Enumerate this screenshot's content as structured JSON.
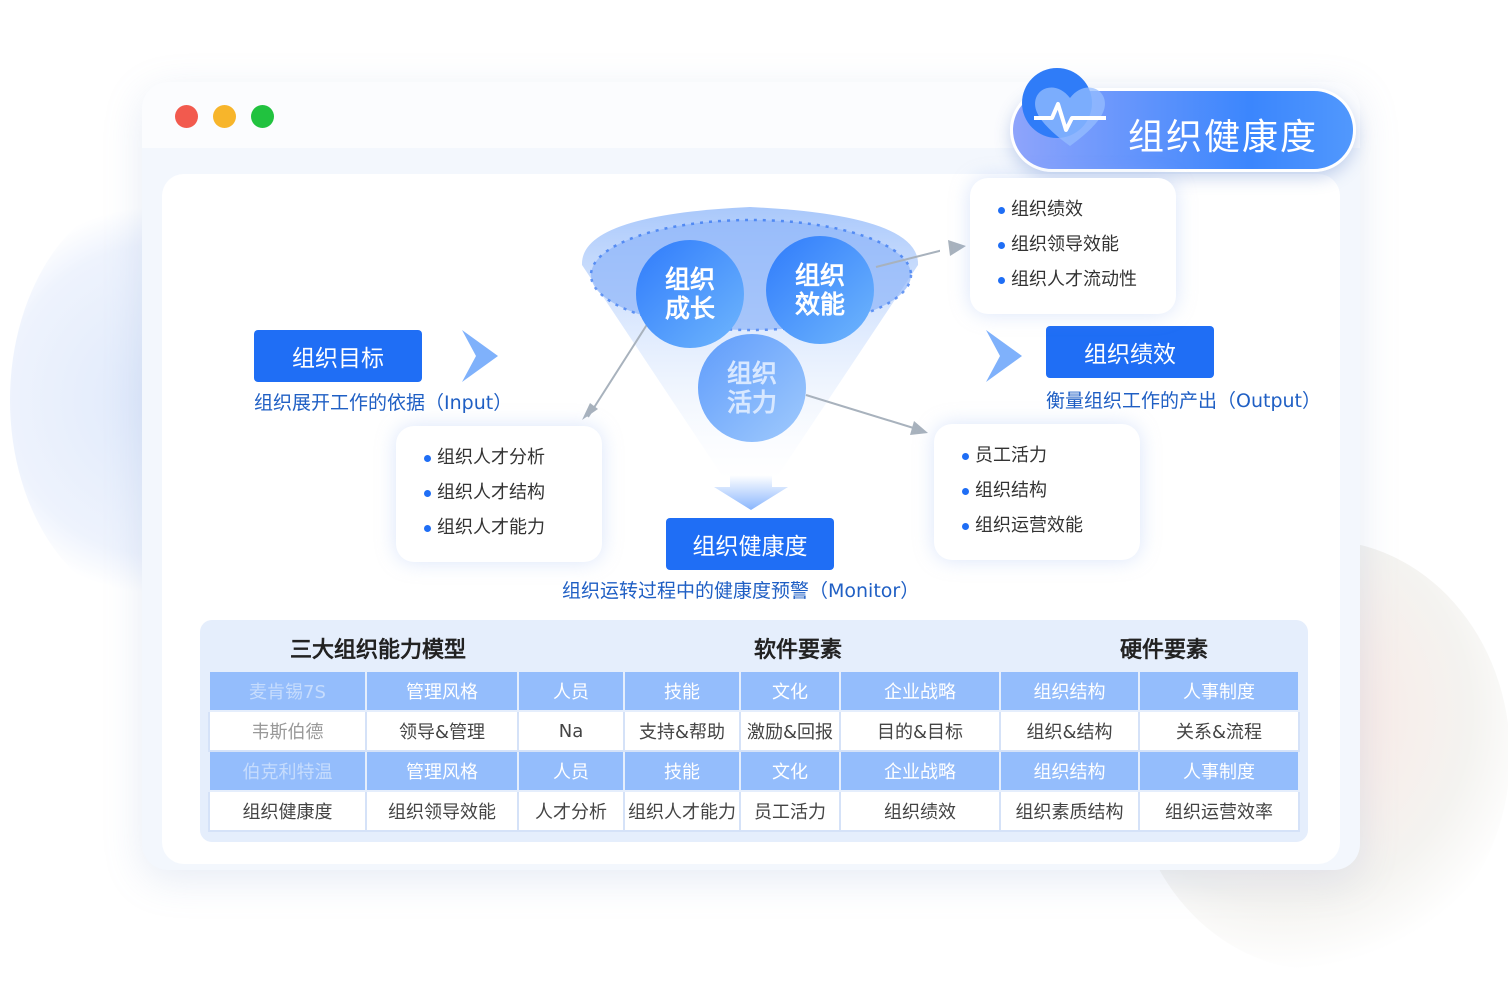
{
  "window": {
    "dots": [
      "#f25a4e",
      "#f7b52b",
      "#21c23f"
    ]
  },
  "badge": {
    "title": "组织健康度",
    "icon": "heart-pulse-icon"
  },
  "funnel": {
    "circles": [
      {
        "line1": "组织",
        "line2": "成长"
      },
      {
        "line1": "组织",
        "line2": "效能"
      },
      {
        "line1": "组织",
        "line2": "活力"
      }
    ]
  },
  "input": {
    "label": "组织目标",
    "caption": "组织展开工作的依据（Input）"
  },
  "output": {
    "label": "组织绩效",
    "caption": "衡量组织工作的产出（Output）"
  },
  "monitor": {
    "label": "组织健康度",
    "caption": "组织运转过程中的健康度预警（Monitor）"
  },
  "cards": {
    "top_right": [
      "组织绩效",
      "组织领导效能",
      "组织人才流动性"
    ],
    "left": [
      "组织人才分析",
      "组织人才结构",
      "组织人才能力"
    ],
    "right": [
      "员工活力",
      "组织结构",
      "组织运营效能"
    ]
  },
  "table": {
    "headers": [
      "三大组织能力模型",
      "软件要素",
      "硬件要素"
    ],
    "rows": [
      [
        "麦肯锡7S",
        "管理风格",
        "人员",
        "技能",
        "文化",
        "企业战略",
        "组织结构",
        "人事制度"
      ],
      [
        "韦斯伯德",
        "领导&管理",
        "Na",
        "支持&帮助",
        "激励&回报",
        "目的&目标",
        "组织&结构",
        "关系&流程"
      ],
      [
        "伯克利特温",
        "管理风格",
        "人员",
        "技能",
        "文化",
        "企业战略",
        "组织结构",
        "人事制度"
      ],
      [
        "组织健康度",
        "组织领导效能",
        "人才分析",
        "组织人才能力",
        "员工活力",
        "组织绩效",
        "组织素质结构",
        "组织运营效率"
      ]
    ]
  }
}
